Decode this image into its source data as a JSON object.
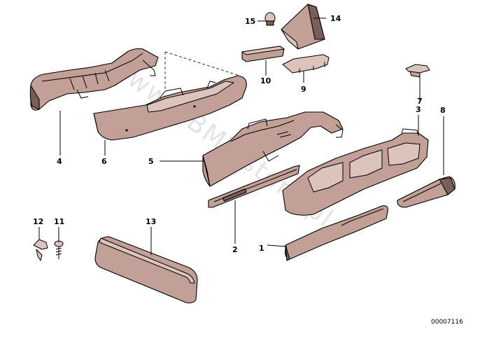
{
  "diagram": {
    "callouts": {
      "c1": "1",
      "c2": "2",
      "c3": "3",
      "c4": "4",
      "c5": "5",
      "c6": "6",
      "c7": "7",
      "c8": "8",
      "c9": "9",
      "c10": "10",
      "c11": "11",
      "c12": "12",
      "c13": "13",
      "c14": "14",
      "c15": "15"
    },
    "watermark": "www.BMWstore.pl",
    "doc_number": "00007116"
  }
}
